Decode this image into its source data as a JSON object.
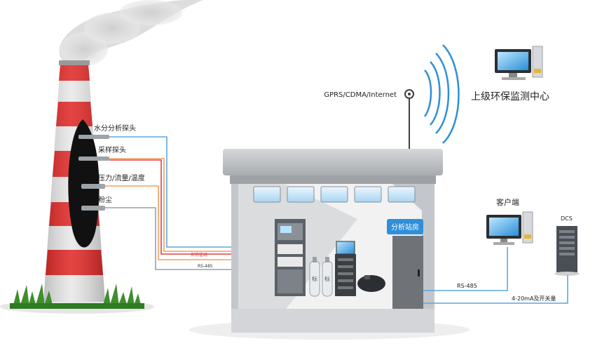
{
  "probes": {
    "moisture": "水分分析探头",
    "sampling": "采样探头",
    "pressure": "压力/流量/温度",
    "dust": "粉尘"
  },
  "cable_labels": {
    "heated_line": "伴热管线",
    "rs485_left": "RS-485"
  },
  "station": {
    "sign": "分析站房",
    "cylinder_label": "标"
  },
  "network": {
    "label": "GPRS/CDMA/Internet",
    "center": "上级环保监测中心"
  },
  "client": {
    "label": "客户端"
  },
  "dcs": {
    "label": "DCS"
  },
  "links": {
    "rs485_right": "RS-485",
    "analog": "4-20mA及开关量"
  },
  "colors": {
    "chimney_red": "#e02a28",
    "sign_blue": "#2f8fd8",
    "line_blue": "#5aa8e0",
    "line_orange": "#f0a060",
    "line_red": "#e04040"
  }
}
